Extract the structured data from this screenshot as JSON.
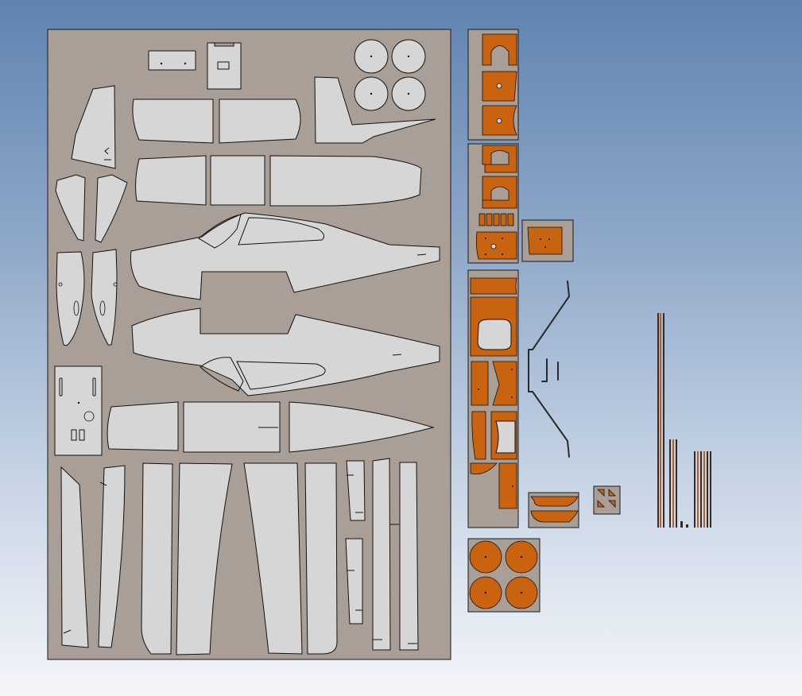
{
  "scene": {
    "background_top": "#5f84b0",
    "background_bottom": "#f4f6fa",
    "sheet_color": "#aa9f97",
    "foam_color": "#d6d6d7",
    "plywood_color": "#c9630f"
  },
  "sheets": [
    {
      "id": "foam-sheet",
      "material": "foam"
    },
    {
      "id": "ply-sheet-1",
      "material": "plywood"
    },
    {
      "id": "ply-sheet-2",
      "material": "plywood"
    },
    {
      "id": "ply-sheet-3",
      "material": "plywood"
    },
    {
      "id": "ply-small-1",
      "material": "plywood"
    },
    {
      "id": "ply-small-2",
      "material": "plywood"
    },
    {
      "id": "ply-small-3",
      "material": "plywood"
    },
    {
      "id": "ply-wheels",
      "material": "plywood"
    }
  ],
  "parts": {
    "wheel_count_foam": 4,
    "wheel_count_ply": 4,
    "rod_count_long": 2,
    "rod_count_short": 6,
    "landing_gear_wires": 2
  }
}
